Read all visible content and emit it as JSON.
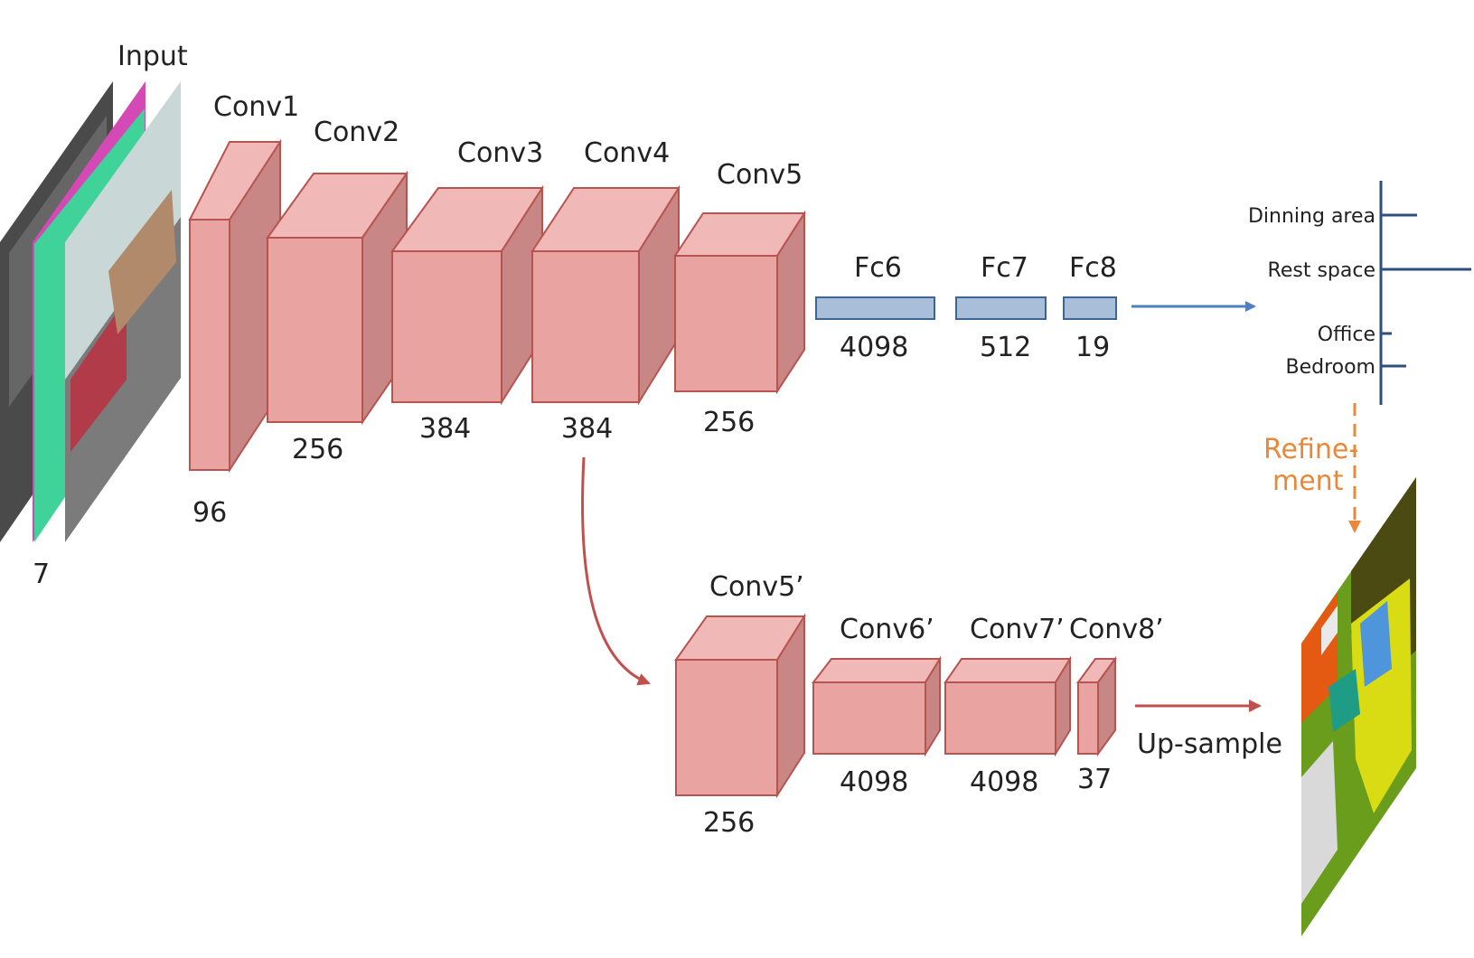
{
  "input": {
    "label": "Input",
    "channels": "7"
  },
  "conv_layers": [
    {
      "name": "Conv1",
      "size": "96"
    },
    {
      "name": "Conv2",
      "size": "256"
    },
    {
      "name": "Conv3",
      "size": "384"
    },
    {
      "name": "Conv4",
      "size": "384"
    },
    {
      "name": "Conv5",
      "size": "256"
    }
  ],
  "fc_layers": [
    {
      "name": "Fc6",
      "size": "4098"
    },
    {
      "name": "Fc7",
      "size": "512"
    },
    {
      "name": "Fc8",
      "size": "19"
    }
  ],
  "scene_classes": [
    {
      "label": "Dinning area",
      "score": 0.4
    },
    {
      "label": "Rest space",
      "score": 1.0
    },
    {
      "label": "Office",
      "score": 0.12
    },
    {
      "label": "Bedroom",
      "score": 0.28
    }
  ],
  "refinement": {
    "line1": "Refine-",
    "line2": "ment"
  },
  "seg_layers": [
    {
      "name": "Conv5’",
      "size": "256"
    },
    {
      "name": "Conv6’",
      "size": "4098"
    },
    {
      "name": "Conv7’",
      "size": "4098"
    },
    {
      "name": "Conv8’",
      "size": "37"
    }
  ],
  "upsample": {
    "label": "Up-sample"
  },
  "colors": {
    "block_front": "#e9a3a1",
    "block_top": "#f0b8b6",
    "block_side": "#c88784",
    "block_edge": "#b85450",
    "fc_fill": "#a9bfd9",
    "fc_edge": "#3d6591",
    "blue_arrow": "#4f81bd",
    "red_arrow": "#c0504d",
    "refine": "#e8883a",
    "bar": "#2f4f7f"
  }
}
